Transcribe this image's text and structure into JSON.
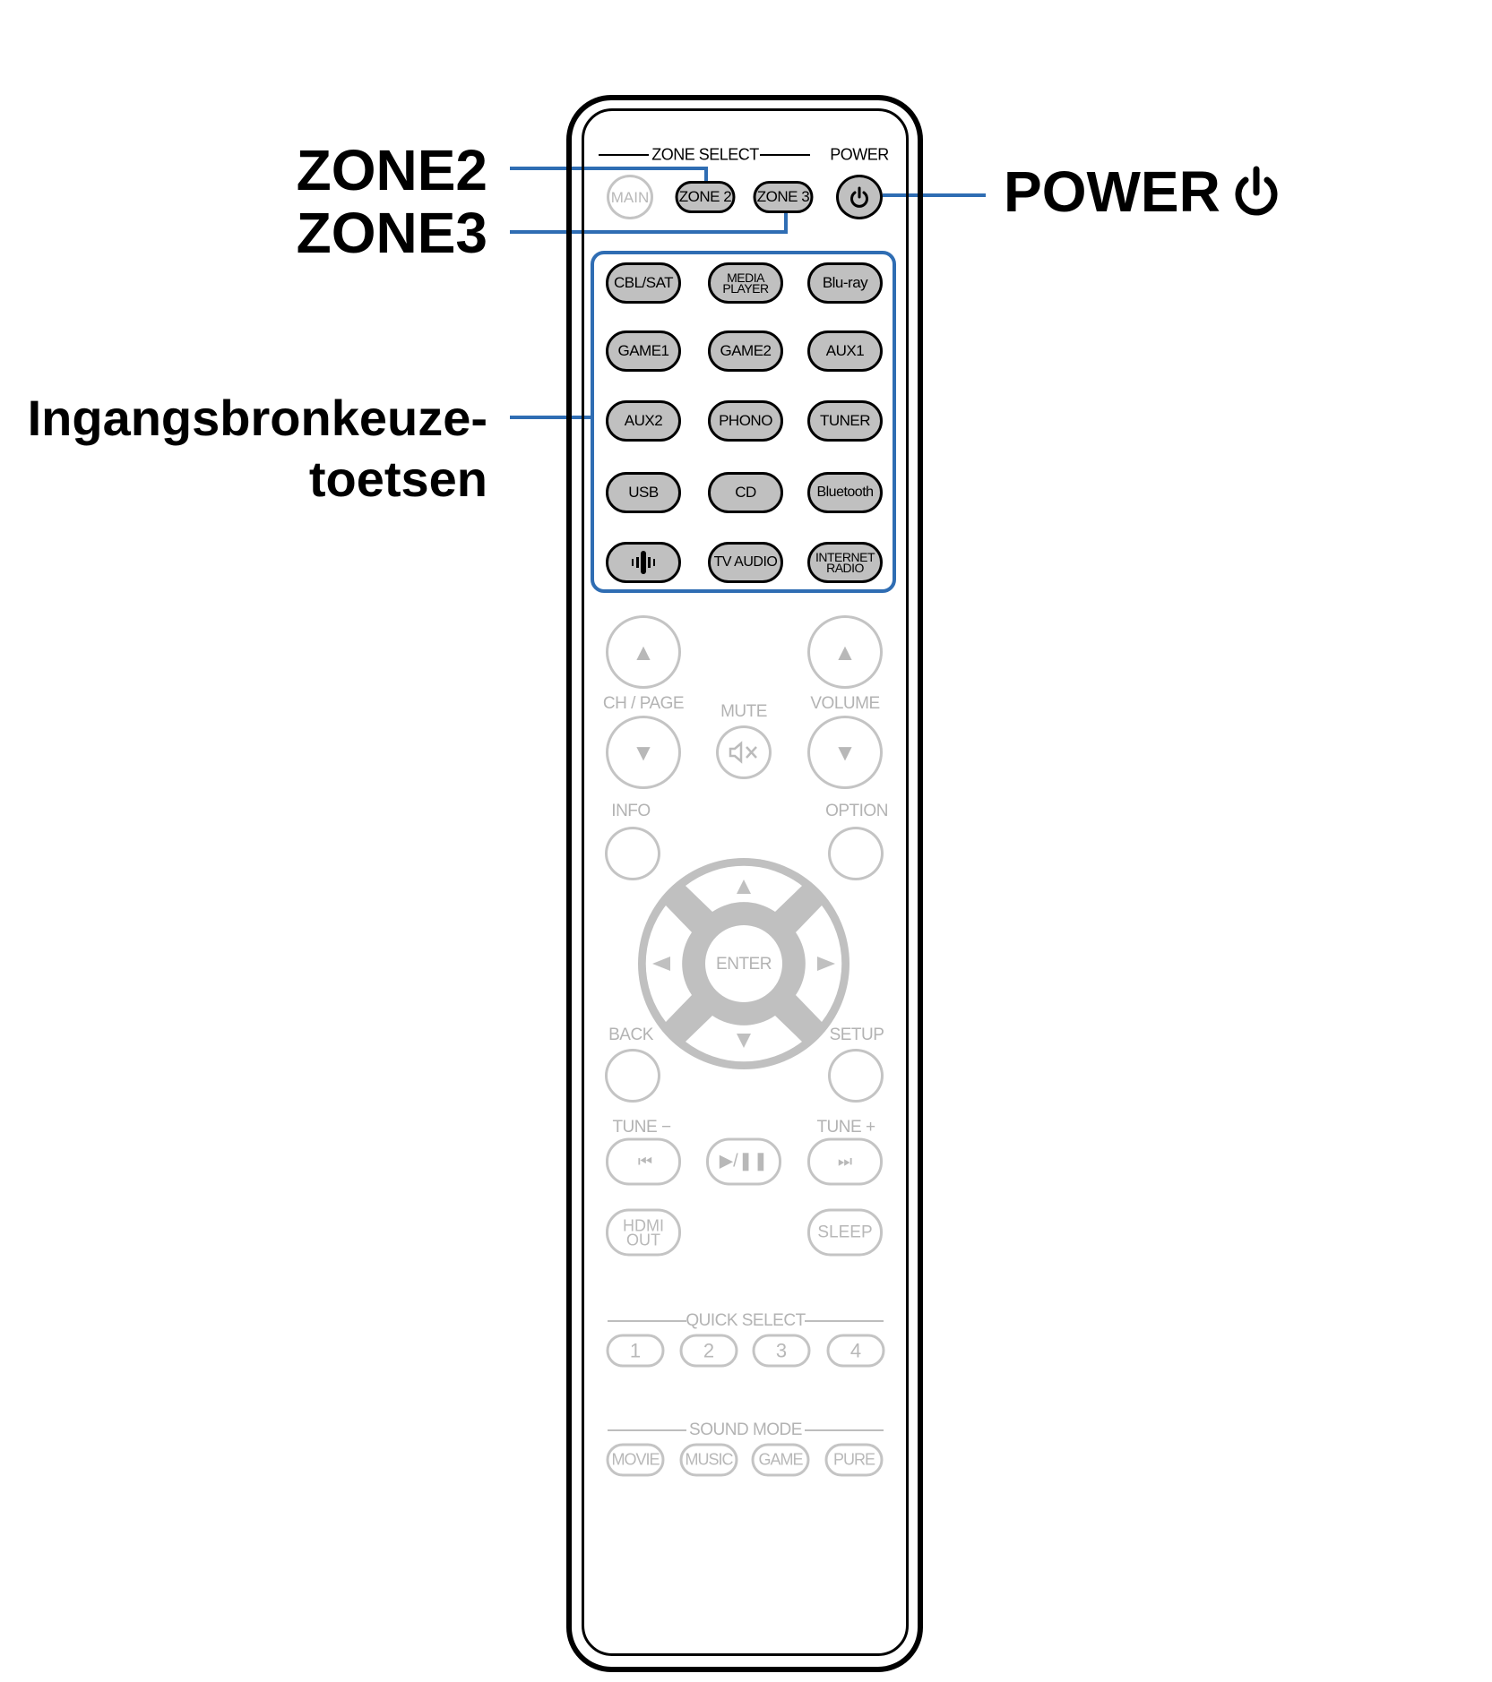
{
  "callouts": {
    "zone2": "ZONE2",
    "zone3": "ZONE3",
    "power": "POWER",
    "input_line1": "Ingangsbronkeuze-",
    "input_line2": "toetsen"
  },
  "remote": {
    "zone_select_label": "ZONE SELECT",
    "power_label": "POWER",
    "main": "MAIN",
    "zone2": "ZONE 2",
    "zone3": "ZONE 3",
    "inputs": [
      {
        "label": "CBL/SAT"
      },
      {
        "label": "MEDIA",
        "label2": "PLAYER"
      },
      {
        "label": "Blu-ray"
      },
      {
        "label": "GAME1"
      },
      {
        "label": "GAME2"
      },
      {
        "label": "AUX1"
      },
      {
        "label": "AUX2"
      },
      {
        "label": "PHONO"
      },
      {
        "label": "TUNER"
      },
      {
        "label": "USB"
      },
      {
        "label": "CD"
      },
      {
        "label": "Bluetooth"
      },
      {
        "icon": "heos-icon"
      },
      {
        "label": "TV AUDIO"
      },
      {
        "label": "INTERNET",
        "label2": "RADIO"
      }
    ],
    "ch_page": "CH / PAGE",
    "mute": "MUTE",
    "volume": "VOLUME",
    "info": "INFO",
    "option": "OPTION",
    "enter": "ENTER",
    "back": "BACK",
    "setup": "SETUP",
    "tune_minus": "TUNE −",
    "tune_plus": "TUNE +",
    "hdmi_out_1": "HDMI",
    "hdmi_out_2": "OUT",
    "sleep": "SLEEP",
    "quick_select": "QUICK SELECT",
    "quick_buttons": [
      "1",
      "2",
      "3",
      "4"
    ],
    "sound_mode": "SOUND MODE",
    "sound_buttons": [
      "MOVIE",
      "MUSIC",
      "GAME",
      "PURE"
    ]
  },
  "colors": {
    "callout_blue": "#2f6db3",
    "active_button": "#c0c0c0",
    "inactive": "#c4c4c4"
  }
}
